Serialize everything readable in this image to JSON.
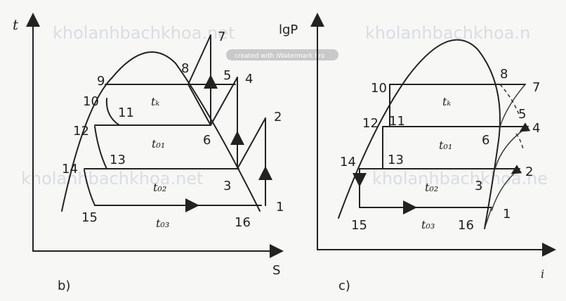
{
  "watermarks": [
    "kholanhbachkhoa.net",
    "kholanhbachkhoa.n",
    "kholanhbachkhoa.net",
    "kholanhbachkhoa.ne"
  ],
  "badge": "created with iWatermark Pro",
  "diagram_b": {
    "caption": "b)",
    "y_axis": "t",
    "x_axis": "S",
    "points": [
      "1",
      "2",
      "3",
      "4",
      "5",
      "6",
      "7",
      "8",
      "9",
      "10",
      "11",
      "12",
      "13",
      "14",
      "15",
      "16"
    ],
    "temps": [
      "tₖ",
      "t₀₁",
      "t₀₂",
      "t₀₃"
    ]
  },
  "diagram_c": {
    "caption": "c)",
    "y_axis": "lgP",
    "x_axis": "i",
    "points": [
      "1",
      "2",
      "3",
      "4",
      "5",
      "6",
      "7",
      "8",
      "10",
      "11",
      "12",
      "13",
      "14",
      "15",
      "16"
    ],
    "temps": [
      "tₖ",
      "t₀₁",
      "t₀₂",
      "t₀₃"
    ]
  }
}
